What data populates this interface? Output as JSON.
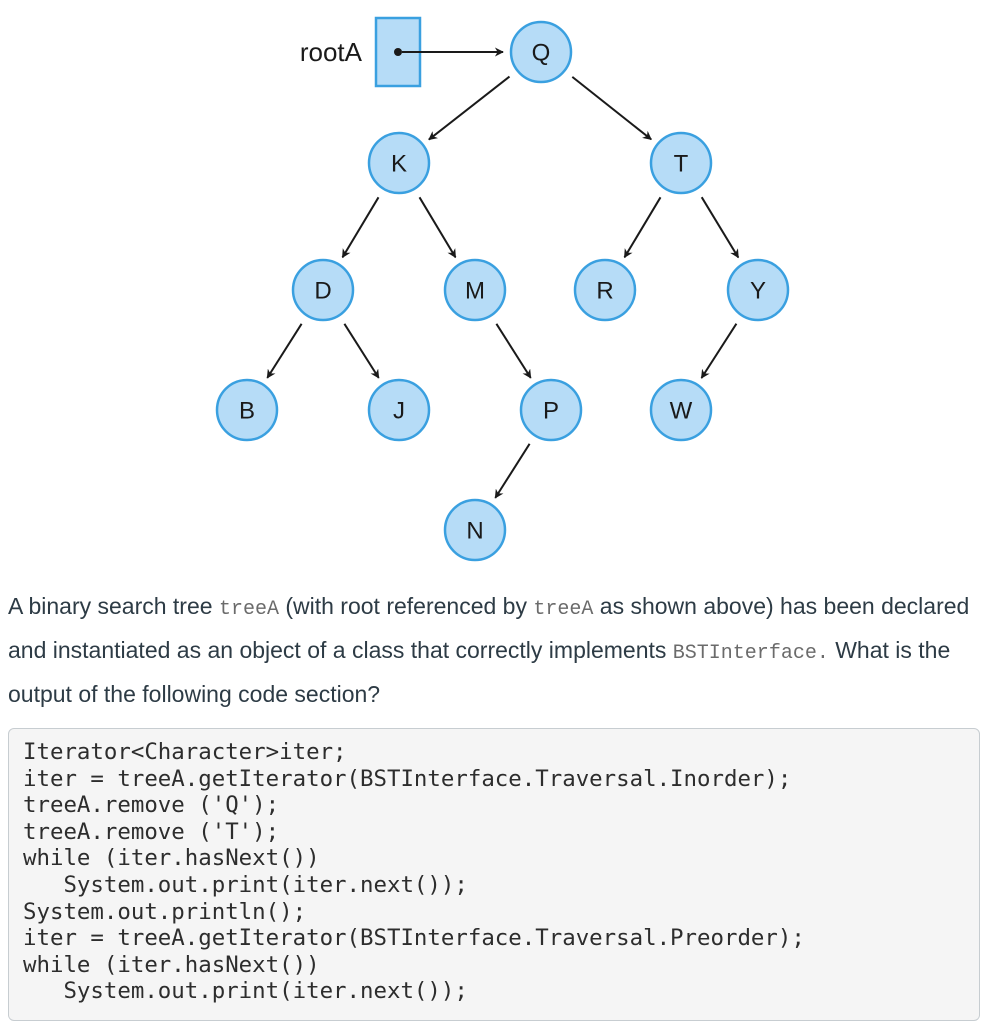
{
  "diagram": {
    "root_label": "rootA",
    "nodes": [
      {
        "id": "Q",
        "label": "Q"
      },
      {
        "id": "K",
        "label": "K"
      },
      {
        "id": "T",
        "label": "T"
      },
      {
        "id": "D",
        "label": "D"
      },
      {
        "id": "M",
        "label": "M"
      },
      {
        "id": "R",
        "label": "R"
      },
      {
        "id": "Y",
        "label": "Y"
      },
      {
        "id": "B",
        "label": "B"
      },
      {
        "id": "J",
        "label": "J"
      },
      {
        "id": "P",
        "label": "P"
      },
      {
        "id": "W",
        "label": "W"
      },
      {
        "id": "N",
        "label": "N"
      }
    ],
    "edges": [
      {
        "from": "Q",
        "to": "K"
      },
      {
        "from": "Q",
        "to": "T"
      },
      {
        "from": "K",
        "to": "D"
      },
      {
        "from": "K",
        "to": "M"
      },
      {
        "from": "T",
        "to": "R"
      },
      {
        "from": "T",
        "to": "Y"
      },
      {
        "from": "D",
        "to": "B"
      },
      {
        "from": "D",
        "to": "J"
      },
      {
        "from": "M",
        "to": "P"
      },
      {
        "from": "Y",
        "to": "W"
      },
      {
        "from": "P",
        "to": "N"
      }
    ],
    "colors": {
      "node_fill": "#b6dcf7",
      "node_stroke": "#3aa0e0"
    }
  },
  "question": {
    "text_1": "A binary search tree ",
    "code_1": "treeA",
    "text_2": " (with root referenced by ",
    "code_2": "treeA",
    "text_3": " as shown above) has been declared and instantiated as an object of a class that correctly implements ",
    "code_3": "BSTInterface.",
    "text_4": " What is the output of the following code section?"
  },
  "code_block": "Iterator<Character>iter;\niter = treeA.getIterator(BSTInterface.Traversal.Inorder);\ntreeA.remove ('Q');\ntreeA.remove ('T');\nwhile (iter.hasNext())\n   System.out.print(iter.next());\nSystem.out.println();\niter = treeA.getIterator(BSTInterface.Traversal.Preorder);\nwhile (iter.hasNext())\n   System.out.print(iter.next());"
}
